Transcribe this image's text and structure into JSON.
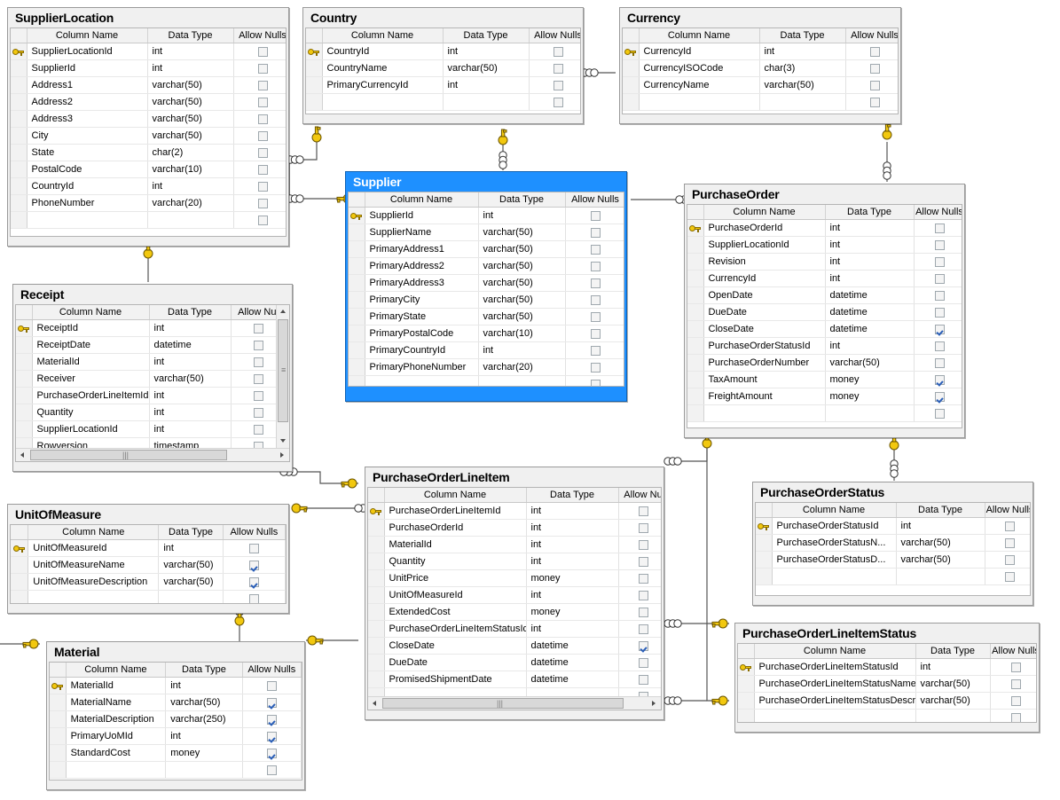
{
  "diagram": {
    "headers": {
      "column_name": "Column Name",
      "data_type": "Data Type",
      "allow_nulls": "Allow Nulls",
      "allow_nulls_clipped": "Allow Nul",
      "allow_nulls_clipped2": "Allow Nu"
    },
    "icons": {
      "primary_key": "key-icon",
      "many": "crowsfoot-icon",
      "one": "key-relationship-icon"
    }
  },
  "tables": [
    {
      "id": "supplierlocation",
      "name": "SupplierLocation",
      "selected": false,
      "columns": [
        {
          "pk": true,
          "name": "SupplierLocationId",
          "type": "int",
          "nullable": false
        },
        {
          "pk": false,
          "name": "SupplierId",
          "type": "int",
          "nullable": false
        },
        {
          "pk": false,
          "name": "Address1",
          "type": "varchar(50)",
          "nullable": false
        },
        {
          "pk": false,
          "name": "Address2",
          "type": "varchar(50)",
          "nullable": false
        },
        {
          "pk": false,
          "name": "Address3",
          "type": "varchar(50)",
          "nullable": false
        },
        {
          "pk": false,
          "name": "City",
          "type": "varchar(50)",
          "nullable": false
        },
        {
          "pk": false,
          "name": "State",
          "type": "char(2)",
          "nullable": false
        },
        {
          "pk": false,
          "name": "PostalCode",
          "type": "varchar(10)",
          "nullable": false
        },
        {
          "pk": false,
          "name": "CountryId",
          "type": "int",
          "nullable": false
        },
        {
          "pk": false,
          "name": "PhoneNumber",
          "type": "varchar(20)",
          "nullable": false
        }
      ]
    },
    {
      "id": "country",
      "name": "Country",
      "selected": false,
      "columns": [
        {
          "pk": true,
          "name": "CountryId",
          "type": "int",
          "nullable": false
        },
        {
          "pk": false,
          "name": "CountryName",
          "type": "varchar(50)",
          "nullable": false
        },
        {
          "pk": false,
          "name": "PrimaryCurrencyId",
          "type": "int",
          "nullable": false
        }
      ]
    },
    {
      "id": "currency",
      "name": "Currency",
      "selected": false,
      "columns": [
        {
          "pk": true,
          "name": "CurrencyId",
          "type": "int",
          "nullable": false
        },
        {
          "pk": false,
          "name": "CurrencyISOCode",
          "type": "char(3)",
          "nullable": false
        },
        {
          "pk": false,
          "name": "CurrencyName",
          "type": "varchar(50)",
          "nullable": false
        }
      ]
    },
    {
      "id": "supplier",
      "name": "Supplier",
      "selected": true,
      "columns": [
        {
          "pk": true,
          "name": "SupplierId",
          "type": "int",
          "nullable": false
        },
        {
          "pk": false,
          "name": "SupplierName",
          "type": "varchar(50)",
          "nullable": false
        },
        {
          "pk": false,
          "name": "PrimaryAddress1",
          "type": "varchar(50)",
          "nullable": false
        },
        {
          "pk": false,
          "name": "PrimaryAddress2",
          "type": "varchar(50)",
          "nullable": false
        },
        {
          "pk": false,
          "name": "PrimaryAddress3",
          "type": "varchar(50)",
          "nullable": false
        },
        {
          "pk": false,
          "name": "PrimaryCity",
          "type": "varchar(50)",
          "nullable": false
        },
        {
          "pk": false,
          "name": "PrimaryState",
          "type": "varchar(50)",
          "nullable": false
        },
        {
          "pk": false,
          "name": "PrimaryPostalCode",
          "type": "varchar(10)",
          "nullable": false
        },
        {
          "pk": false,
          "name": "PrimaryCountryId",
          "type": "int",
          "nullable": false
        },
        {
          "pk": false,
          "name": "PrimaryPhoneNumber",
          "type": "varchar(20)",
          "nullable": false
        }
      ]
    },
    {
      "id": "purchaseorder",
      "name": "PurchaseOrder",
      "selected": false,
      "columns": [
        {
          "pk": true,
          "name": "PurchaseOrderId",
          "type": "int",
          "nullable": false
        },
        {
          "pk": false,
          "name": "SupplierLocationId",
          "type": "int",
          "nullable": false
        },
        {
          "pk": false,
          "name": "Revision",
          "type": "int",
          "nullable": false
        },
        {
          "pk": false,
          "name": "CurrencyId",
          "type": "int",
          "nullable": false
        },
        {
          "pk": false,
          "name": "OpenDate",
          "type": "datetime",
          "nullable": false
        },
        {
          "pk": false,
          "name": "DueDate",
          "type": "datetime",
          "nullable": false
        },
        {
          "pk": false,
          "name": "CloseDate",
          "type": "datetime",
          "nullable": true
        },
        {
          "pk": false,
          "name": "PurchaseOrderStatusId",
          "type": "int",
          "nullable": false
        },
        {
          "pk": false,
          "name": "PurchaseOrderNumber",
          "type": "varchar(50)",
          "nullable": false
        },
        {
          "pk": false,
          "name": "TaxAmount",
          "type": "money",
          "nullable": true
        },
        {
          "pk": false,
          "name": "FreightAmount",
          "type": "money",
          "nullable": true
        }
      ]
    },
    {
      "id": "receipt",
      "name": "Receipt",
      "selected": false,
      "columns": [
        {
          "pk": true,
          "name": "ReceiptId",
          "type": "int",
          "nullable": false
        },
        {
          "pk": false,
          "name": "ReceiptDate",
          "type": "datetime",
          "nullable": false
        },
        {
          "pk": false,
          "name": "MaterialId",
          "type": "int",
          "nullable": false
        },
        {
          "pk": false,
          "name": "Receiver",
          "type": "varchar(50)",
          "nullable": false
        },
        {
          "pk": false,
          "name": "PurchaseOrderLineItemId",
          "type": "int",
          "nullable": false
        },
        {
          "pk": false,
          "name": "Quantity",
          "type": "int",
          "nullable": false
        },
        {
          "pk": false,
          "name": "SupplierLocationId",
          "type": "int",
          "nullable": false
        },
        {
          "pk": false,
          "name": "Rowversion",
          "type": "timestamp",
          "nullable": false
        }
      ]
    },
    {
      "id": "unitofmeasure",
      "name": "UnitOfMeasure",
      "selected": false,
      "columns": [
        {
          "pk": true,
          "name": "UnitOfMeasureId",
          "type": "int",
          "nullable": false
        },
        {
          "pk": false,
          "name": "UnitOfMeasureName",
          "type": "varchar(50)",
          "nullable": true
        },
        {
          "pk": false,
          "name": "UnitOfMeasureDescription",
          "type": "varchar(50)",
          "nullable": true
        }
      ]
    },
    {
      "id": "material",
      "name": "Material",
      "selected": false,
      "columns": [
        {
          "pk": true,
          "name": "MaterialId",
          "type": "int",
          "nullable": false
        },
        {
          "pk": false,
          "name": "MaterialName",
          "type": "varchar(50)",
          "nullable": true
        },
        {
          "pk": false,
          "name": "MaterialDescription",
          "type": "varchar(250)",
          "nullable": true
        },
        {
          "pk": false,
          "name": "PrimaryUoMId",
          "type": "int",
          "nullable": true
        },
        {
          "pk": false,
          "name": "StandardCost",
          "type": "money",
          "nullable": true
        }
      ]
    },
    {
      "id": "purchaseorderlineitem",
      "name": "PurchaseOrderLineItem",
      "selected": false,
      "columns": [
        {
          "pk": true,
          "name": "PurchaseOrderLineItemId",
          "type": "int",
          "nullable": false
        },
        {
          "pk": false,
          "name": "PurchaseOrderId",
          "type": "int",
          "nullable": false
        },
        {
          "pk": false,
          "name": "MaterialId",
          "type": "int",
          "nullable": false
        },
        {
          "pk": false,
          "name": "Quantity",
          "type": "int",
          "nullable": false
        },
        {
          "pk": false,
          "name": "UnitPrice",
          "type": "money",
          "nullable": false
        },
        {
          "pk": false,
          "name": "UnitOfMeasureId",
          "type": "int",
          "nullable": false
        },
        {
          "pk": false,
          "name": "ExtendedCost",
          "type": "money",
          "nullable": false
        },
        {
          "pk": false,
          "name": "PurchaseOrderLineItemStatusId",
          "type": "int",
          "nullable": false
        },
        {
          "pk": false,
          "name": "CloseDate",
          "type": "datetime",
          "nullable": true
        },
        {
          "pk": false,
          "name": "DueDate",
          "type": "datetime",
          "nullable": false
        },
        {
          "pk": false,
          "name": "PromisedShipmentDate",
          "type": "datetime",
          "nullable": false
        }
      ]
    },
    {
      "id": "purchaseorderstatus",
      "name": "PurchaseOrderStatus",
      "selected": false,
      "columns": [
        {
          "pk": true,
          "name": "PurchaseOrderStatusId",
          "type": "int",
          "nullable": false
        },
        {
          "pk": false,
          "name": "PurchaseOrderStatusN...",
          "type": "varchar(50)",
          "nullable": false
        },
        {
          "pk": false,
          "name": "PurchaseOrderStatusD...",
          "type": "varchar(50)",
          "nullable": false
        }
      ]
    },
    {
      "id": "purchaseorderlineitemstatus",
      "name": "PurchaseOrderLineItemStatus",
      "selected": false,
      "columns": [
        {
          "pk": true,
          "name": "PurchaseOrderLineItemStatusId",
          "type": "int",
          "nullable": false
        },
        {
          "pk": false,
          "name": "PurchaseOrderLineItemStatusName",
          "type": "varchar(50)",
          "nullable": false
        },
        {
          "pk": false,
          "name": "PurchaseOrderLineItemStatusDescrip...",
          "type": "varchar(50)",
          "nullable": false
        }
      ]
    }
  ]
}
